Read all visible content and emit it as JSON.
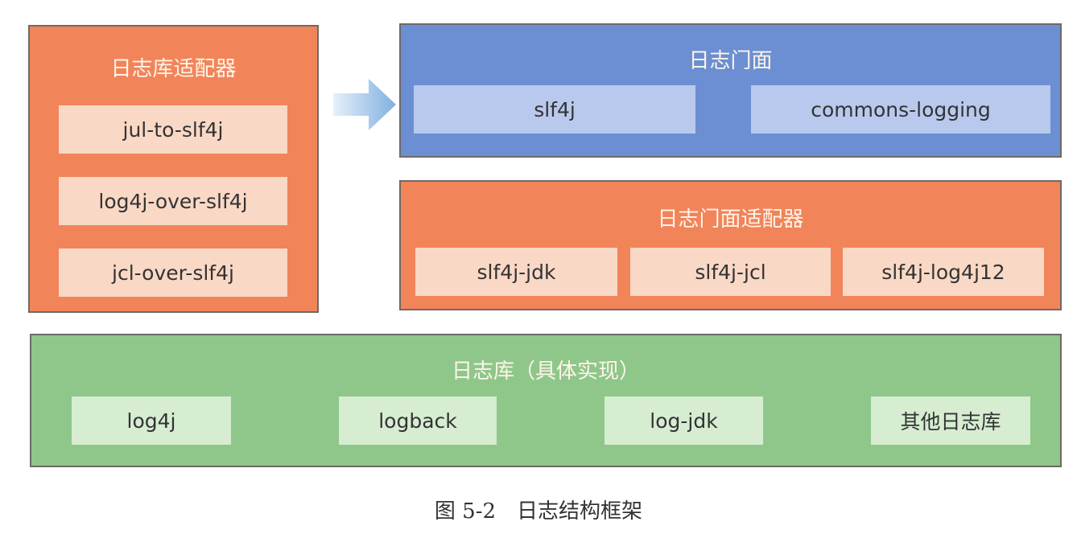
{
  "lib_adapters": {
    "title": "日志库适配器",
    "items": [
      "jul-to-slf4j",
      "log4j-over-slf4j",
      "jcl-over-slf4j"
    ]
  },
  "facade": {
    "title": "日志门面",
    "items": [
      "slf4j",
      "commons-logging"
    ]
  },
  "facade_adapters": {
    "title": "日志门面适配器",
    "items": [
      "slf4j-jdk",
      "slf4j-jcl",
      "slf4j-log4j12"
    ]
  },
  "libraries": {
    "title": "日志库（具体实现）",
    "items": [
      "log4j",
      "logback",
      "log-jdk",
      "其他日志库"
    ]
  },
  "caption": "图 5-2　日志结构框架",
  "colors": {
    "orange": "#f2845a",
    "blue": "#6b8fd2",
    "green": "#8fc78a"
  }
}
